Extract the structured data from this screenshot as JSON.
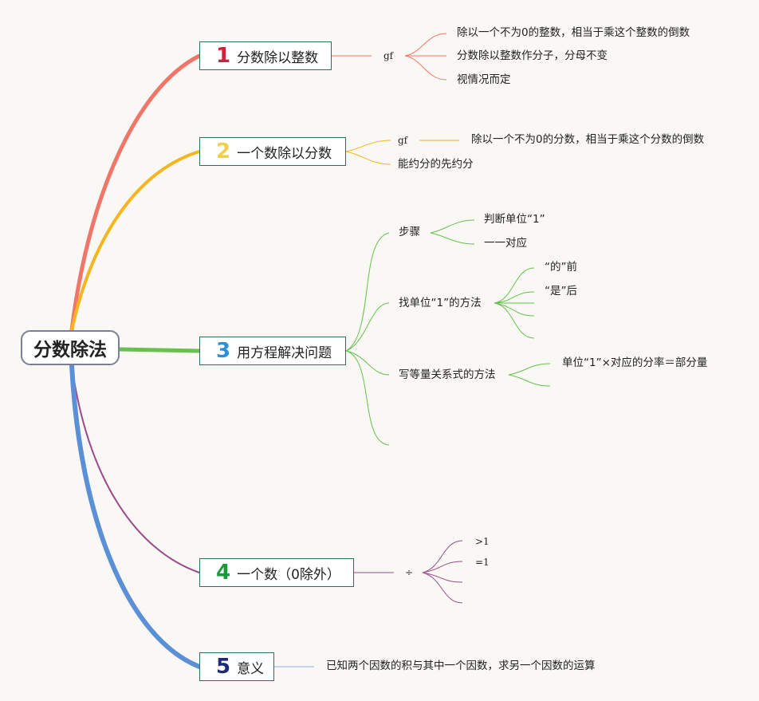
{
  "root": {
    "label": "分数除法"
  },
  "branches": [
    {
      "number": "1",
      "color": "#d21f3c",
      "line_color": "#f0766a",
      "label": "分数除以整数"
    },
    {
      "number": "2",
      "color": "#f0d04a",
      "line_color": "#f6b41e",
      "label": "一个数除以分数"
    },
    {
      "number": "3",
      "color": "#2a8fd6",
      "line_color": "#66c14e",
      "label": "用方程解决问题"
    },
    {
      "number": "4",
      "color": "#1a9a3a",
      "line_color": "#9a4a8c",
      "label": "一个数（0除外）"
    },
    {
      "number": "5",
      "color": "#1c2a7a",
      "line_color": "#5b8fd6",
      "label": "意义"
    }
  ],
  "b1": {
    "sub": "gf",
    "leaves": [
      "除以一个不为0的整数，相当于乘这个整数的倒数",
      "分数除以整数作分子，分母不变",
      "视情况而定"
    ]
  },
  "b2": {
    "sub1": "gf",
    "sub1_leaf": "除以一个不为0的分数，相当于乘这个分数的倒数",
    "sub2": "能约分的先约分"
  },
  "b3": {
    "step": "步骤",
    "step_leaves": [
      "判断单位“1”",
      "一一对应"
    ],
    "find": "找单位“1”的方法",
    "find_leaves": [
      "“的”前",
      "“是”后"
    ],
    "equation": "写等量关系式的方法",
    "equation_leaf": "单位“1”×对应的分率＝部分量"
  },
  "b4": {
    "sub": "÷",
    "leaves": [
      ">1",
      "=1"
    ]
  },
  "b5": {
    "leaf": "已知两个因数的积与其中一个因数，求另一个因数的运算"
  }
}
